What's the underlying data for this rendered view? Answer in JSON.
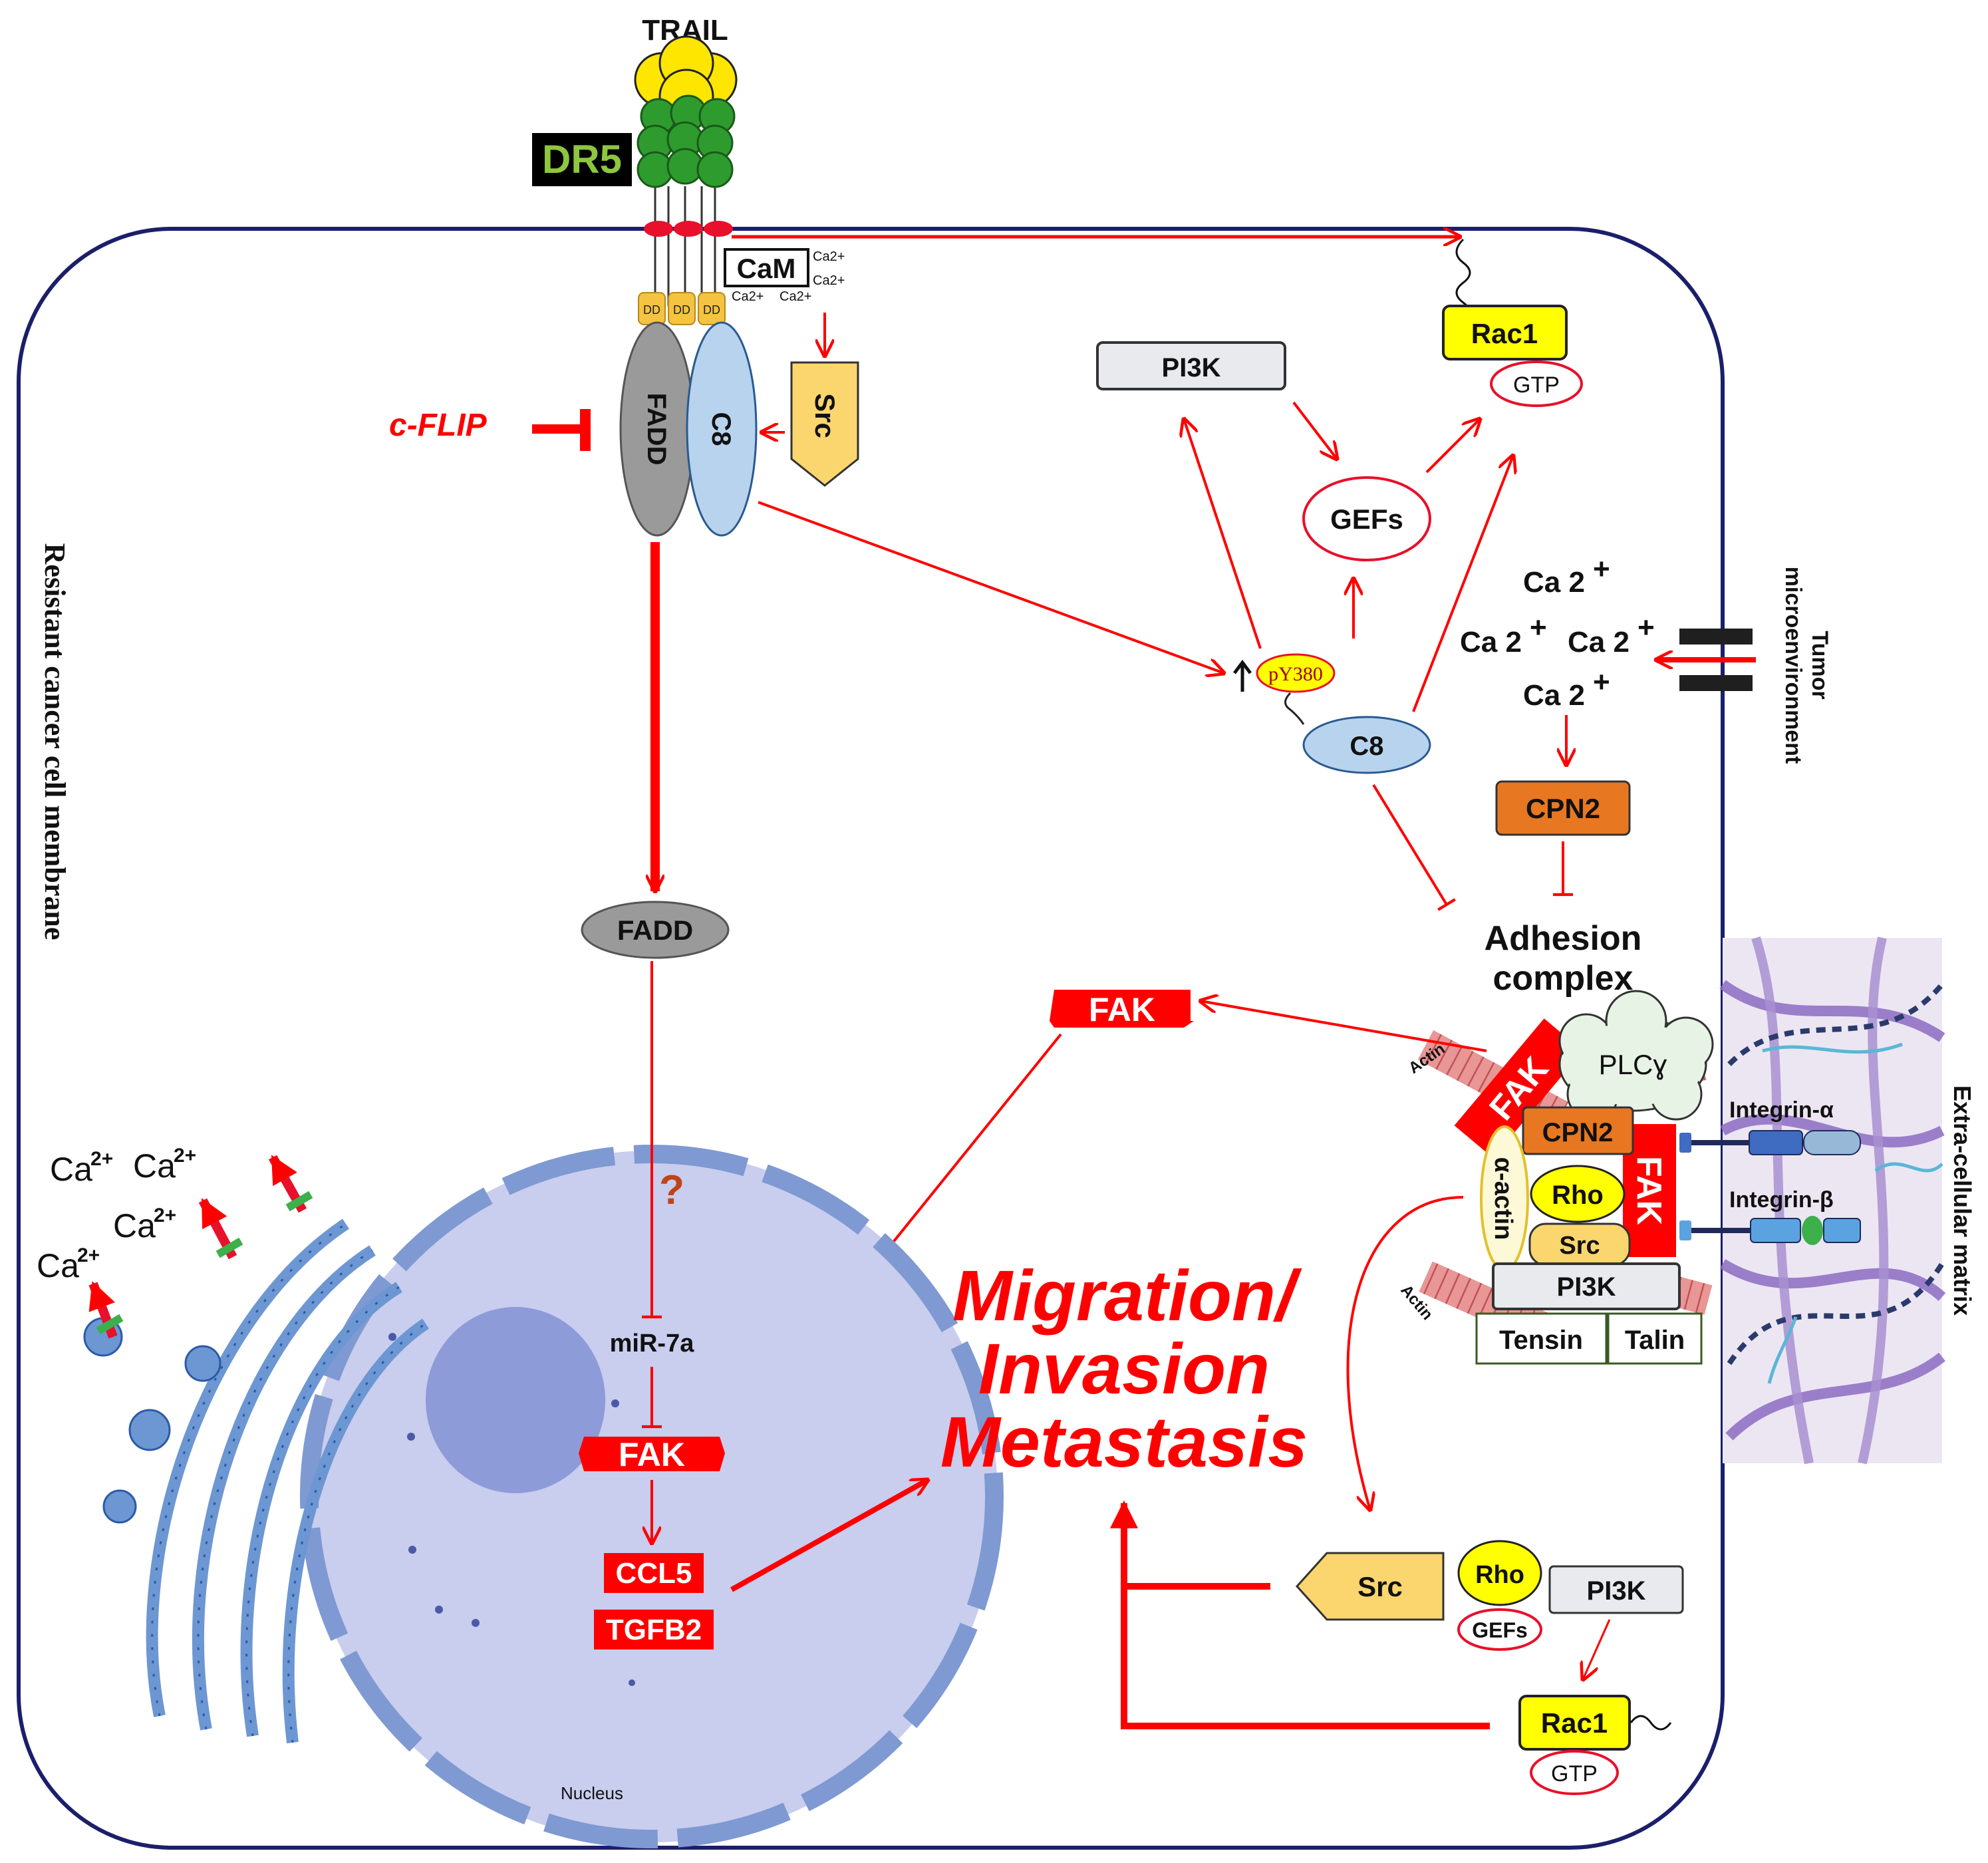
{
  "colors": {
    "membrane": "#1b1f6a",
    "arrow": "#ff0000",
    "fak": "#ff0000",
    "receptor": "#2e9b2e",
    "trail": "#ffd500",
    "fadd": "#9a9a9a",
    "c8": "#b8d3ee",
    "src": "#fbd66e",
    "cpn2": "#e87722",
    "rac1": "#ffff00",
    "nucleus": "#c9cdee",
    "er": "#6c97d2",
    "ecm_fiber": "#8d6bc2"
  },
  "receptor": {
    "ligand": "TRAIL",
    "receptor": "DR5",
    "death_domain": "DD"
  },
  "cam": {
    "label": "CaM",
    "ca": "Ca2+"
  },
  "disc": {
    "fadd": "FADD",
    "c8": "C8",
    "src": "Src",
    "cflip": "c-FLIP"
  },
  "membrane_label": "Resistant cancer cell membrane",
  "pathway": {
    "pi3k": "PI3K",
    "gefs": "GEFs",
    "rac1": "Rac1",
    "gtp": "GTP",
    "py380": "pY380",
    "c8": "C8",
    "ca": "Ca 2",
    "plus": "+",
    "cpn2": "CPN2",
    "adhesion": [
      "Adhesion",
      "complex"
    ],
    "tumor_micro": [
      "Tumor",
      "microenvironment"
    ]
  },
  "nucleus_path": {
    "fadd": "FADD",
    "question": "?",
    "mir": "miR-7a",
    "fak": "FAK",
    "ccl5": "CCL5",
    "tgfb2": "TGFB2",
    "nucleus": "Nucleus",
    "ca2": "Ca",
    "ca2_sup": "2+"
  },
  "fak_float": "FAK",
  "outcome": [
    "Migration/",
    "Invasion",
    "Metastasis"
  ],
  "adhesion_complex": {
    "fak": "FAK",
    "plc": "PLCɣ",
    "cpn2": "CPN2",
    "alpha_actin": "α-actin",
    "rho": "Rho",
    "src": "Src",
    "pi3k": "PI3K",
    "tensin": "Tensin",
    "talin": "Talin",
    "actin": "Actin",
    "integrin_a": "Integrin-α",
    "integrin_b": "Integrin-β"
  },
  "ecm_label": "Extra-cellular matrix",
  "bottom": {
    "src": "Src",
    "rho": "Rho",
    "gefs": "GEFs",
    "pi3k": "PI3K",
    "rac1": "Rac1",
    "gtp": "GTP"
  }
}
